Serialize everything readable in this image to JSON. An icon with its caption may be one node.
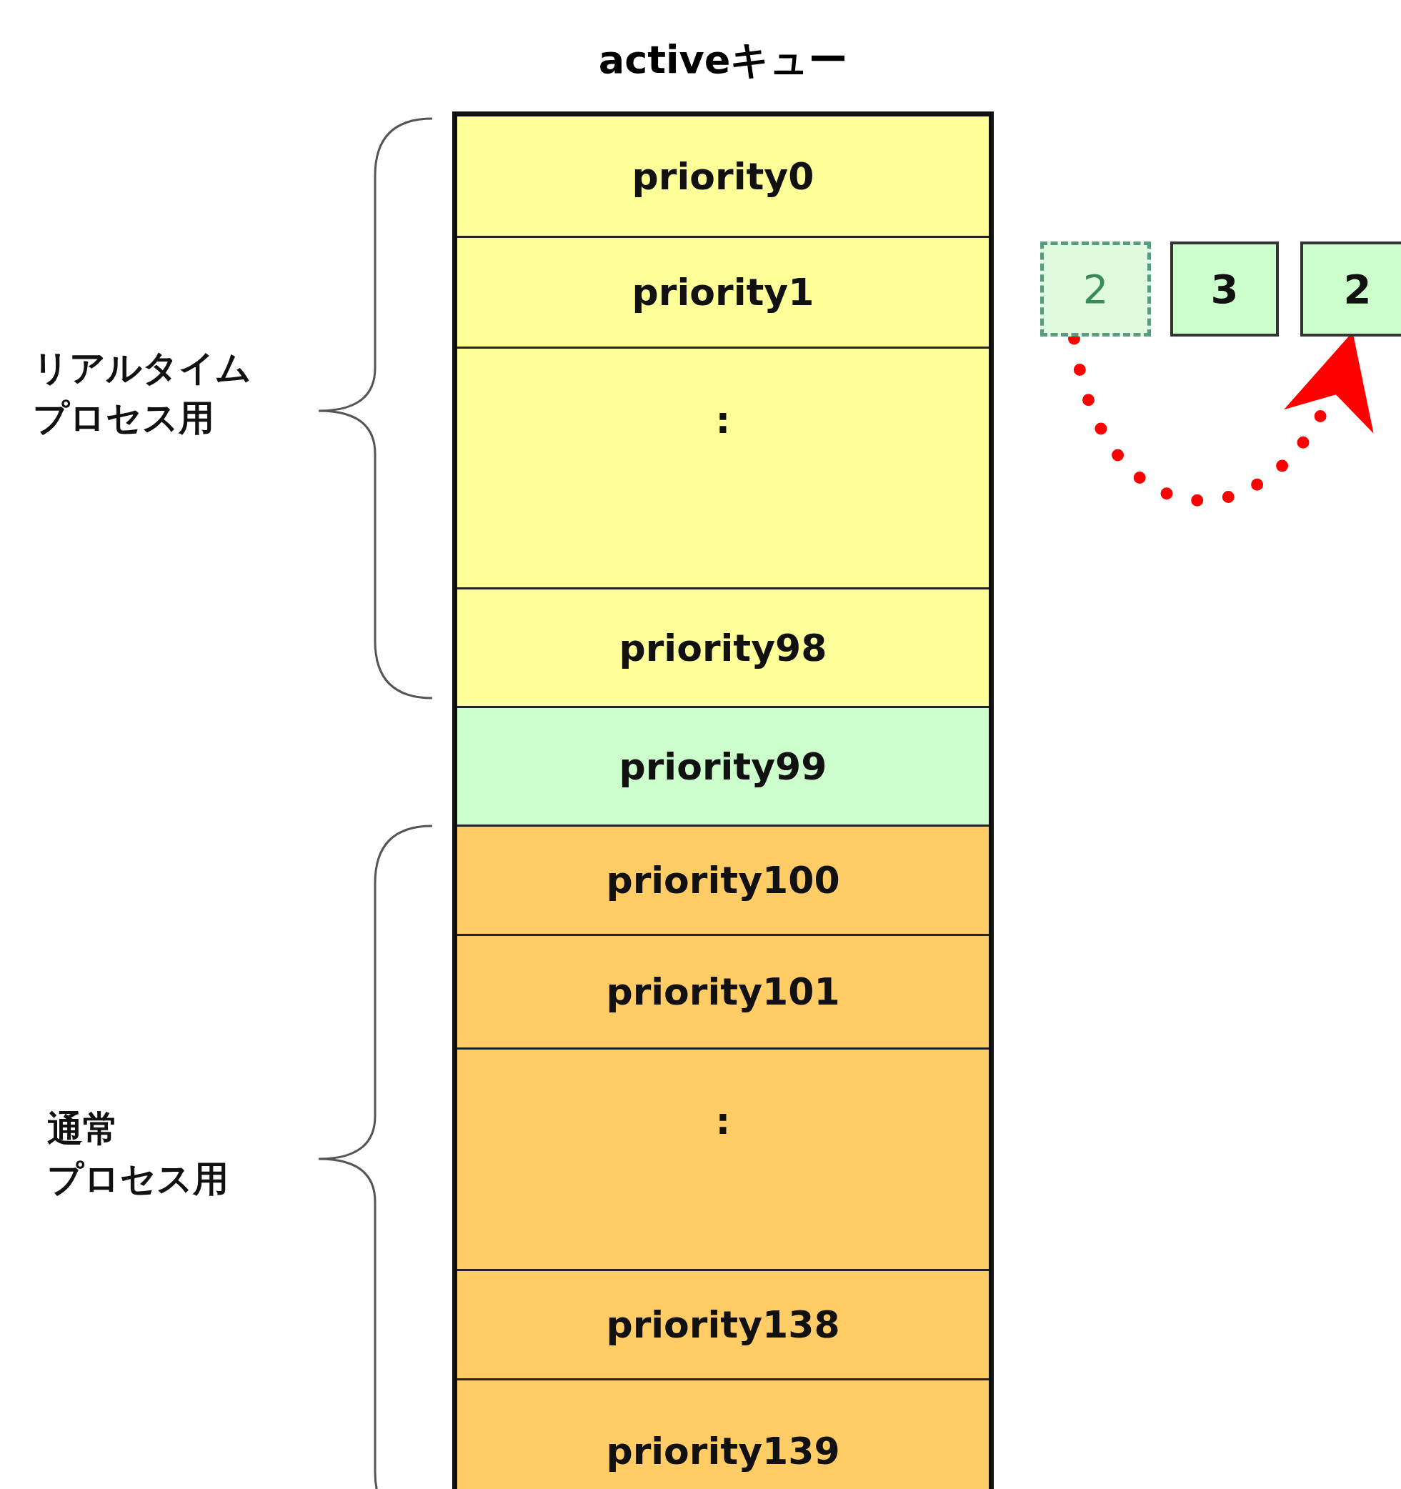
{
  "diagram": {
    "nodes": [
      {
        "text": [
          "activeキュー"
        ]
      },
      {
        "text": [
          "priority0"
        ],
        "in": 0
      },
      {
        "text": [
          "priority1"
        ],
        "in": 0
      },
      {
        "text": [
          ":"
        ],
        "in": 0
      },
      {
        "text": [
          "priority98"
        ],
        "in": 0
      },
      {
        "text": [
          "priority99"
        ],
        "in": 0
      },
      {
        "text": [
          "priority100"
        ],
        "in": 0
      },
      {
        "text": [
          "priority101"
        ],
        "in": 0
      },
      {
        "text": [
          ":"
        ],
        "in": 0
      },
      {
        "text": [
          "priority138"
        ],
        "in": 0
      },
      {
        "text": [
          "priority139"
        ],
        "in": 0
      },
      {
        "text": [
          "2"
        ]
      },
      {
        "text": [
          "3"
        ]
      },
      {
        "text": [
          "2"
        ]
      }
    ],
    "edges": [
      {
        "from": 11,
        "to": 13,
        "arrow": "to",
        "style": "dashed",
        "color": "#ff0000"
      }
    ],
    "labels": [
      "リアルタイムプロセス用",
      "通常プロセス用"
    ]
  }
}
